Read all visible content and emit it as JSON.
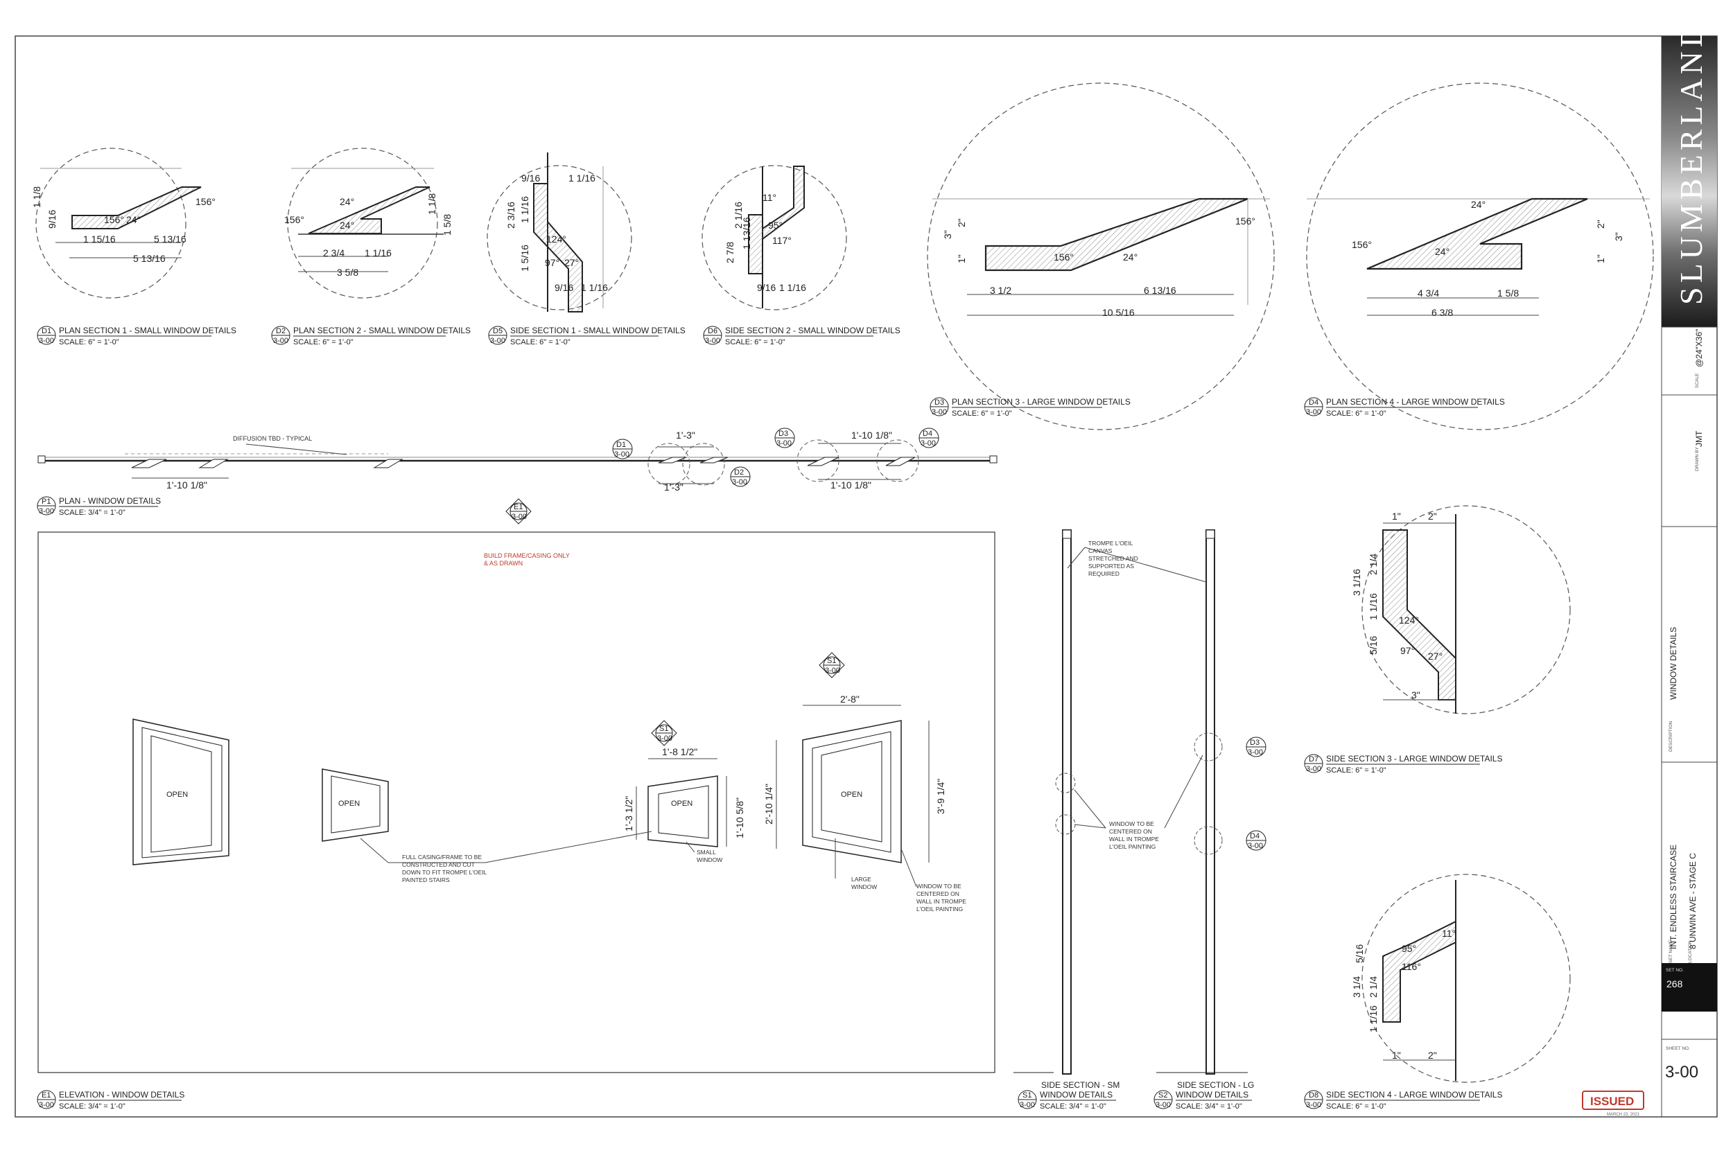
{
  "title_block": {
    "logo": "SLUMBERLAND",
    "scale_label": "SCALE",
    "scale_value": "@24\"X36\"",
    "drawn_by_label": "DRAWN BY",
    "drawn_by_value": "JMT",
    "description_label": "DESCRIPTION",
    "description_value": "WINDOW DETAILS",
    "set_name_label": "SET NAME",
    "set_name_value": "INT. ENDLESS STAIRCASE",
    "location_label": "LOCATION",
    "location_value": "8 UNWIN AVE - STAGE C",
    "set_no_label": "SET NO.",
    "set_no_value": "268",
    "sheet_no_label": "SHEET NO.",
    "sheet_no_value": "3-00",
    "stamp": "ISSUED",
    "stamp_date": "MARCH 23, 2021"
  },
  "details": {
    "d1": {
      "id": "D1",
      "sheet": "3-00",
      "title": "PLAN SECTION 1 - SMALL WINDOW DETAILS",
      "scale": "SCALE: 6\" = 1'-0\""
    },
    "d2": {
      "id": "D2",
      "sheet": "3-00",
      "title": "PLAN SECTION 2 - SMALL WINDOW DETAILS",
      "scale": "SCALE: 6\" = 1'-0\""
    },
    "d5": {
      "id": "D5",
      "sheet": "3-00",
      "title": "SIDE SECTION 1 - SMALL WINDOW DETAILS",
      "scale": "SCALE: 6\" = 1'-0\""
    },
    "d6": {
      "id": "D6",
      "sheet": "3-00",
      "title": "SIDE SECTION 2 - SMALL WINDOW DETAILS",
      "scale": "SCALE: 6\" = 1'-0\""
    },
    "d3": {
      "id": "D3",
      "sheet": "3-00",
      "title": "PLAN SECTION 3 - LARGE WINDOW DETAILS",
      "scale": "SCALE: 6\" = 1'-0\""
    },
    "d4": {
      "id": "D4",
      "sheet": "3-00",
      "title": "PLAN SECTION 4 - LARGE WINDOW DETAILS",
      "scale": "SCALE: 6\" = 1'-0\""
    },
    "p1": {
      "id": "P1",
      "sheet": "3-00",
      "title": "PLAN - WINDOW DETAILS",
      "scale": "SCALE: 3/4\" = 1'-0\""
    },
    "e1": {
      "id": "E1",
      "sheet": "3-00",
      "title": "ELEVATION - WINDOW DETAILS",
      "scale": "SCALE: 3/4\" = 1'-0\""
    },
    "s1": {
      "id": "S1",
      "sheet": "3-00",
      "title_1": "SIDE SECTION - SM",
      "title_2": "WINDOW DETAILS",
      "scale": "SCALE: 3/4\" = 1'-0\""
    },
    "s2": {
      "id": "S2",
      "sheet": "3-00",
      "title_1": "SIDE SECTION - LG",
      "title_2": "WINDOW DETAILS",
      "scale": "SCALE: 3/4\" = 1'-0\""
    },
    "d7": {
      "id": "D7",
      "sheet": "3-00",
      "title": "SIDE SECTION 3 - LARGE WINDOW DETAILS",
      "scale": "SCALE: 6\" = 1'-0\""
    },
    "d8": {
      "id": "D8",
      "sheet": "3-00",
      "title": "SIDE SECTION 4 - LARGE WINDOW DETAILS",
      "scale": "SCALE: 6\" = 1'-0\""
    }
  },
  "dimensions": {
    "d1": {
      "angle": "156°",
      "a": "24°",
      "w1": "1 15/16",
      "w2": "5 13/16",
      "w3": "5 13/16",
      "h1": "1 1/8",
      "h2": "9/16"
    },
    "d2": {
      "angle": "156°",
      "a1": "24°",
      "a2": "24°",
      "w1": "2 3/4",
      "w2": "1 1/16",
      "w3": "3 5/8",
      "h1": "1 1/8",
      "h2": "1 5/8"
    },
    "d5": {
      "top1": "9/16",
      "top2": "1 1/16",
      "h1": "2 3/16",
      "h2": "1 1/16",
      "angle1": "124°",
      "angle2": "97°",
      "angle3": "27°",
      "h3": "1 5/16"
    },
    "d6": {
      "top": "11°",
      "h1": "2 1/16",
      "h2": "1 13/16",
      "h3": "2 7/8",
      "a1": "95°",
      "a2": "117°",
      "b1": "9/16",
      "b2": "1 1/16"
    },
    "d3": {
      "angle": "156°",
      "a1": "156°",
      "a2": "24°",
      "h1": "3\"",
      "h2": "2\"",
      "h3": "1\"",
      "w1": "3 1/2",
      "w2": "6 13/16",
      "w3": "10 5/16"
    },
    "d4": {
      "angle": "156°",
      "a1": "24°",
      "a2": "24°",
      "h1": "2\"",
      "h2": "3\"",
      "h3": "1\"",
      "w1": "4 3/4",
      "w2": "1 5/8",
      "w3": "6 3/8"
    },
    "d7": {
      "top1": "1\"",
      "top2": "2\"",
      "h1": "2 1/4",
      "h2": "3 1/16",
      "h3": "1 1/16",
      "h4": "5/16",
      "a1": "124°",
      "a2": "97°",
      "a3": "27°",
      "bottom": "3\""
    },
    "d8": {
      "h1": "5/16",
      "h2": "2 1/4",
      "h3": "3 1/4",
      "h4": "1 1/16",
      "a1": "95°",
      "a2": "11°",
      "a3": "116°",
      "b1": "1\"",
      "b2": "2\""
    }
  },
  "plan": {
    "note_diffusion": "DIFFUSION TBD - TYPICAL",
    "dim_a": "1'-10 1/8\"",
    "dim_b": "1'-3\"",
    "dim_c": "1'-3\"",
    "dim_d": "1'-10 1/8\"",
    "dim_e": "1'-10 1/8\""
  },
  "elevation": {
    "note_red_1": "BUILD FRAME/CASING ONLY",
    "note_red_2": "& AS DRAWN",
    "open_1": "OPEN",
    "open_2": "OPEN",
    "open_3": "OPEN",
    "open_4": "OPEN",
    "dim_sw_w": "1'-8 1/2\"",
    "dim_sw_h1": "1'-3 1/2\"",
    "dim_sw_h2": "1'-10 5/8\"",
    "dim_lw_w": "2'-8\"",
    "dim_lw_h1": "2'-10 1/4\"",
    "dim_lw_h2": "3'-9 1/4\"",
    "note_casing": [
      "FULL CASING/FRAME TO BE",
      "CONSTRUCTED AND CUT",
      "DOWN TO FIT TROMPE L'OEIL",
      "PAINTED STAIRS"
    ],
    "note_small": [
      "SMALL",
      "WINDOW"
    ],
    "note_large": [
      "LARGE",
      "WINDOW"
    ],
    "note_center": [
      "WINDOW TO BE",
      "CENTERED ON",
      "WALL IN TROMPE",
      "L'OEIL PAINTING"
    ]
  },
  "sections": {
    "note_trompe": [
      "TROMPE L'OEIL",
      "CANVAS",
      "STRETCHED AND",
      "SUPPORTED AS",
      "REQUIRED"
    ],
    "note_center": [
      "WINDOW TO BE",
      "CENTERED ON",
      "WALL IN TROMPE",
      "L'OEIL PAINTING"
    ]
  },
  "colors": {
    "line": "#222222",
    "red": "#c0392b",
    "title_block_dark": "#111111"
  }
}
